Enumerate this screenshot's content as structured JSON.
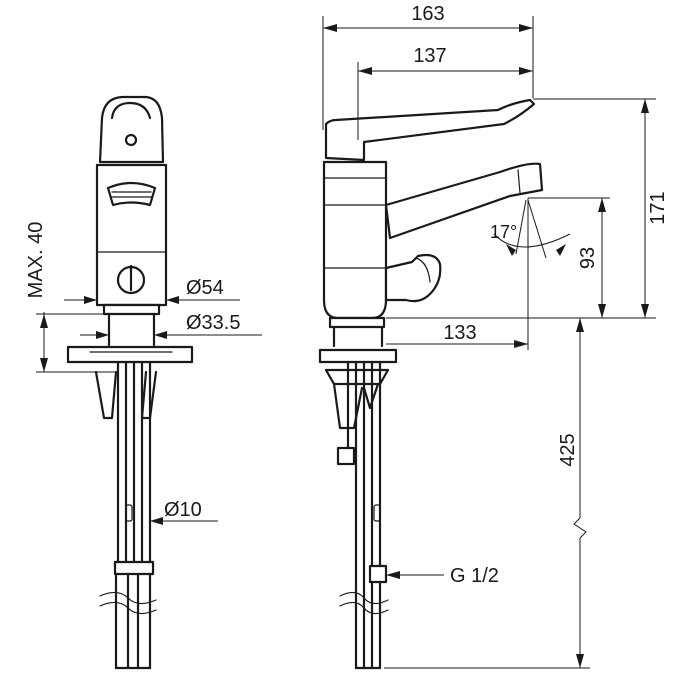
{
  "dimensions": {
    "width_total": "163",
    "width_handle": "137",
    "height_total": "171",
    "spout_height": "93",
    "spout_reach": "133",
    "spout_angle": "17°",
    "length_hoses": "425",
    "max_thickness": "MAX. 40",
    "diameter_body": "Ø54",
    "diameter_hole": "Ø33.5",
    "diameter_hose": "Ø10",
    "thread": "G 1/2"
  }
}
